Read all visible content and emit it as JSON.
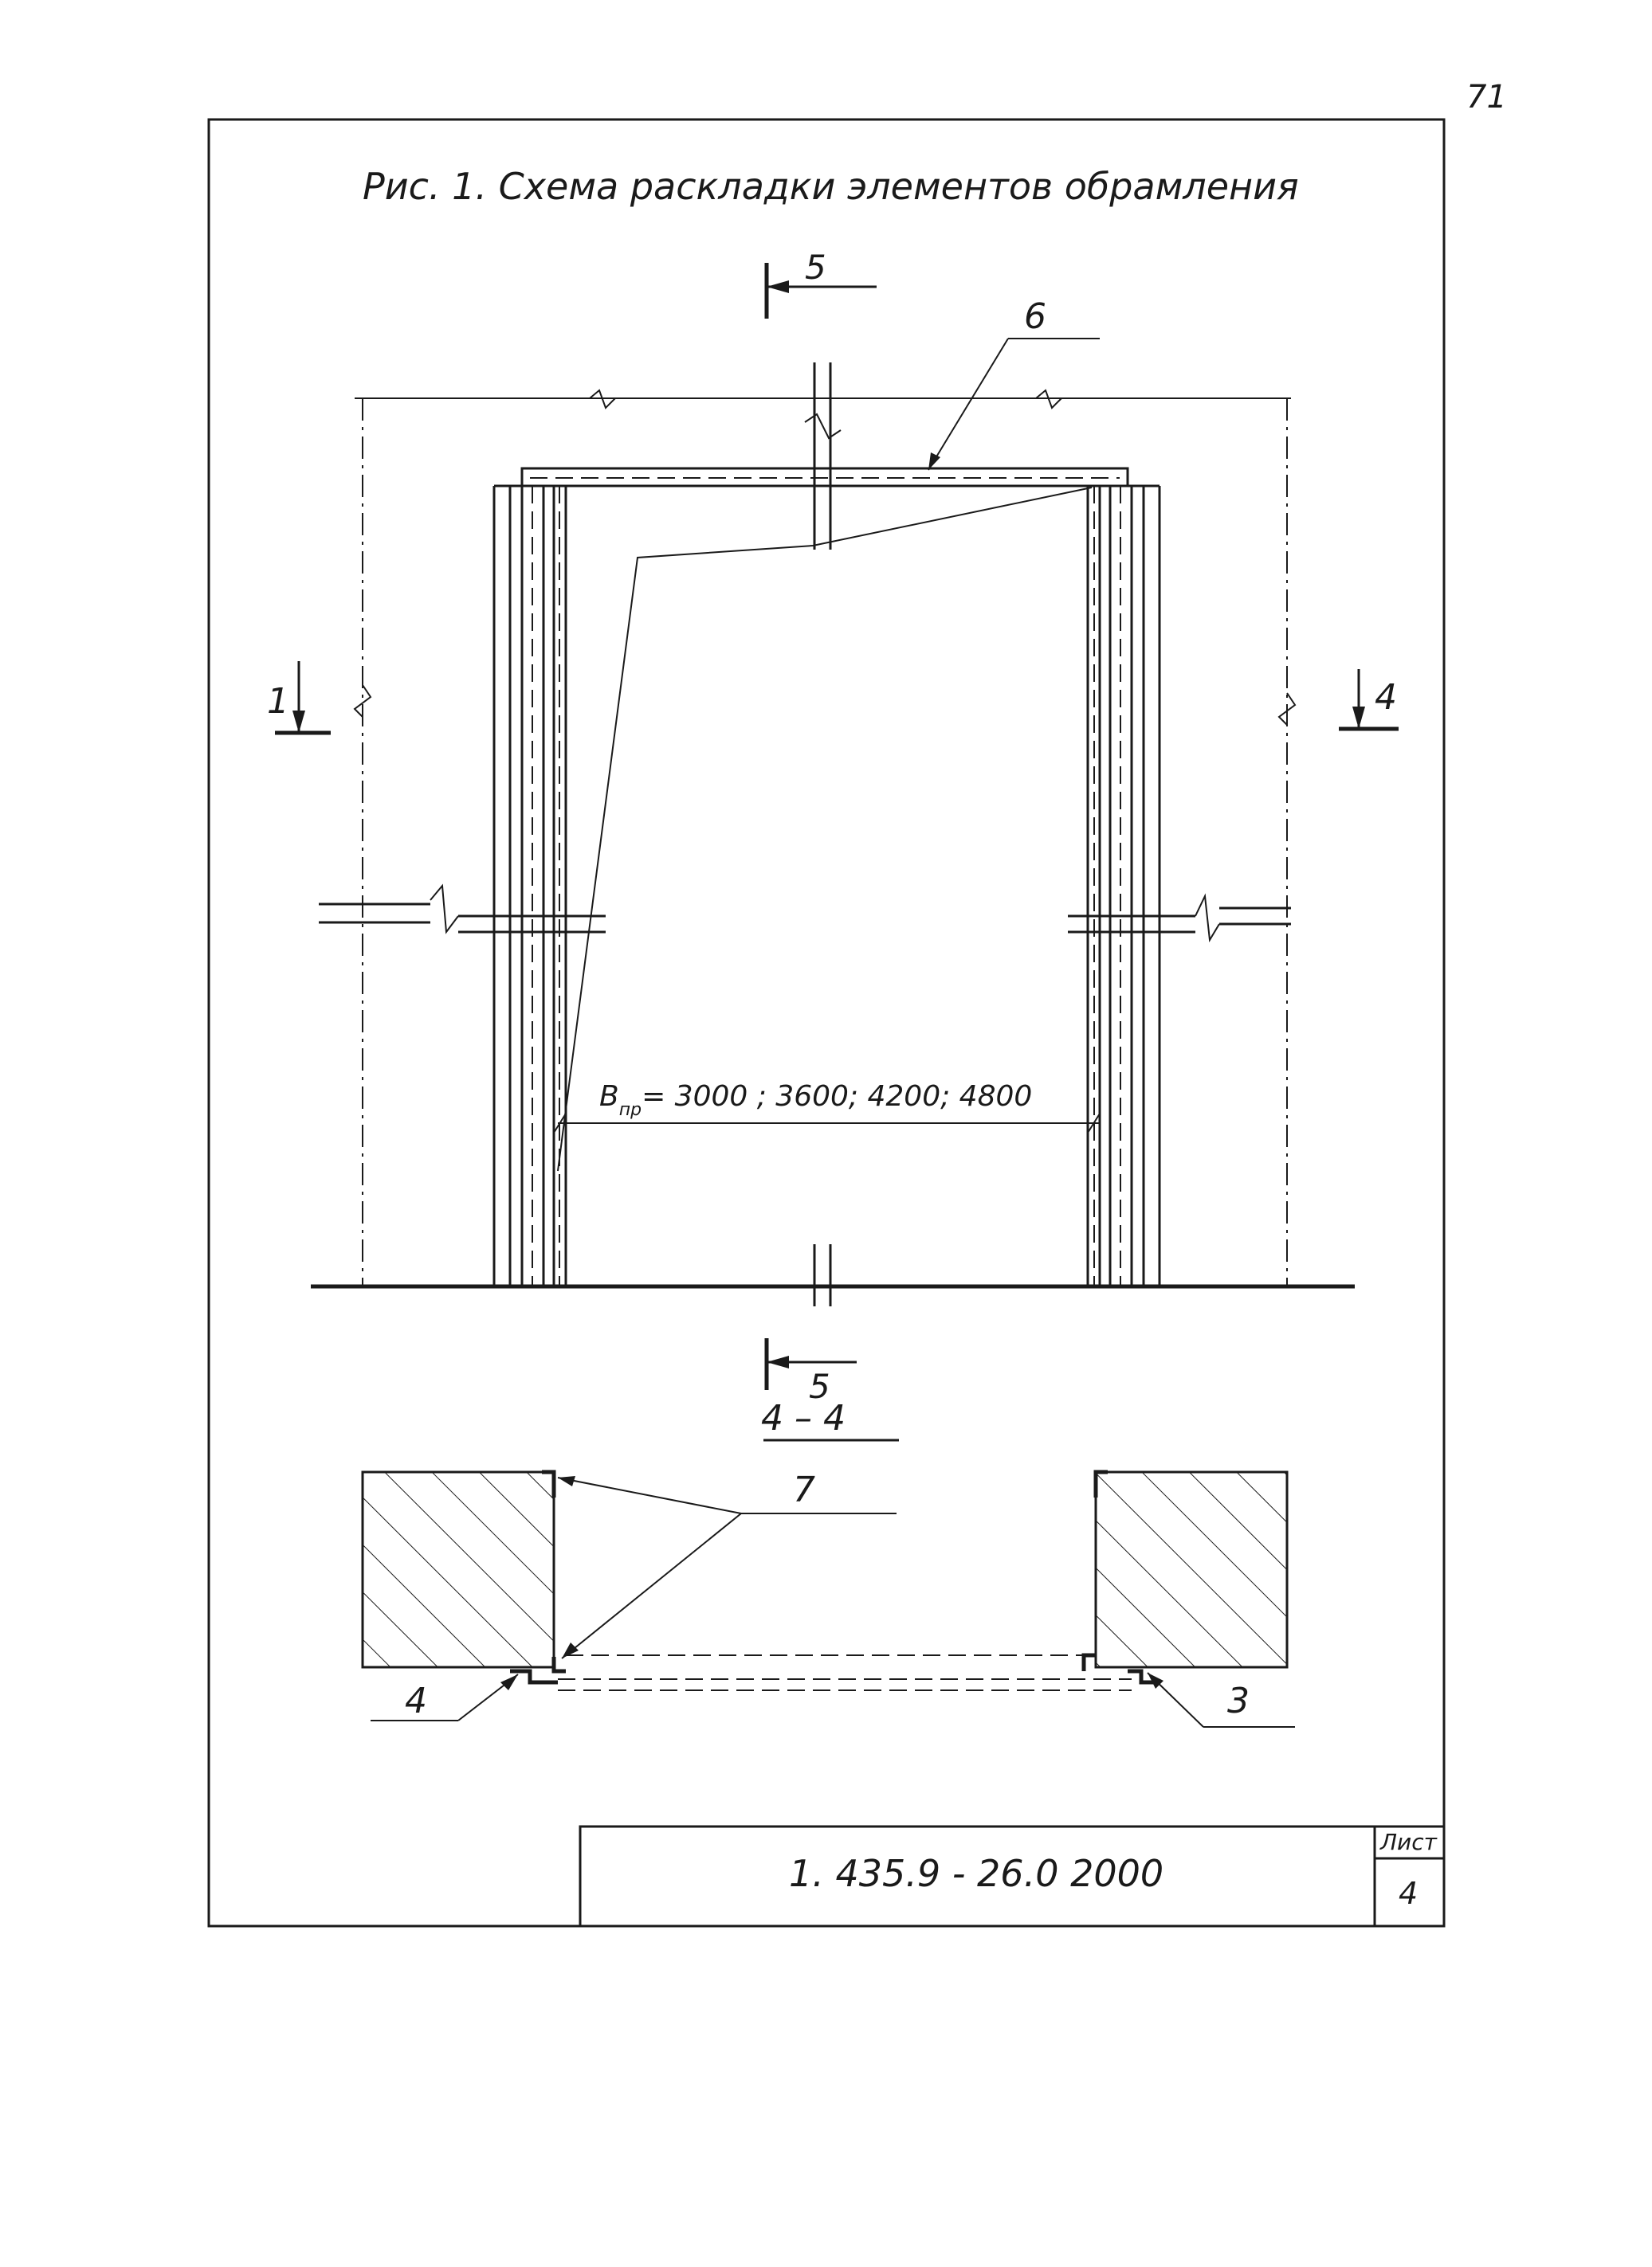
{
  "page_number": "71",
  "title": "Рис. 1. Схема раскладки элементов обрамления",
  "section_top": "5",
  "section_bottom": "5",
  "callout_6": "6",
  "section_left": "1",
  "section_right": "4",
  "span_label": "B",
  "span_subscript": "пр",
  "span_values": "= 3000 ; 3600; 4200; 4800",
  "section_title": "4 – 4",
  "callout_7": "7",
  "callout_4": "4",
  "callout_3": "3",
  "doc_code": "1. 435.9 - 26.0 2000",
  "sheet_label": "Лист",
  "sheet_number": "4",
  "colors": {
    "ink": "#1a1a1a",
    "paper": "#ffffff"
  }
}
